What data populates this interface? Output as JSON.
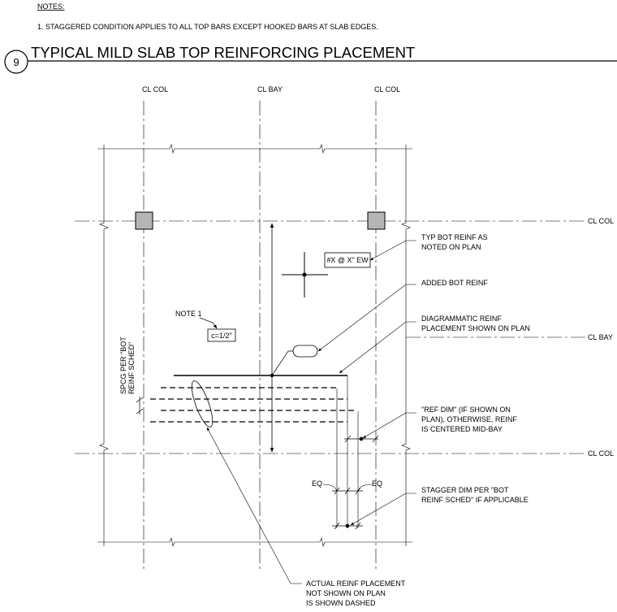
{
  "notes": {
    "heading": "NOTES:",
    "items": [
      "1.  STAGGERED CONDITION APPLIES TO ALL TOP BARS EXCEPT HOOKED BARS AT SLAB EDGES."
    ]
  },
  "detail": {
    "number": "9",
    "title": "TYPICAL MILD SLAB TOP REINFORCING PLACEMENT"
  },
  "gridlines": {
    "cl_col_left": "CL COL",
    "cl_bay_top": "CL BAY",
    "cl_col_right": "CL COL",
    "cl_col_upper": "CL COL",
    "cl_bay_right": "CL BAY",
    "cl_col_lower": "CL COL"
  },
  "tags": {
    "bot_reinf": "#X @ X\" EW",
    "clear_cover": "c=1/2\"",
    "note_ref": "NOTE 1",
    "eq_left": "EQ",
    "eq_right": "EQ"
  },
  "spacing_label": [
    "SPCG PER \"BOT",
    "REINF SCHED\""
  ],
  "callouts": {
    "typ_bot_reinf": [
      "TYP BOT REINF AS",
      "NOTED ON PLAN"
    ],
    "added_bot_reinf": [
      "ADDED BOT REINF"
    ],
    "diagrammatic": [
      "DIAGRAMMATIC REINF",
      "PLACEMENT SHOWN ON PLAN"
    ],
    "ref_dim": [
      "\"REF DIM\" (IF SHOWN ON",
      "PLAN), OTHERWISE, REINF",
      "IS CENTERED MID-BAY"
    ],
    "stagger_dim": [
      "STAGGER DIM  PER \"BOT",
      "REINF SCHED\" IF APPLICABLE"
    ],
    "actual_placement": [
      "ACTUAL REINF PLACEMENT",
      "NOT SHOWN ON PLAN",
      "IS SHOWN DASHED"
    ]
  }
}
